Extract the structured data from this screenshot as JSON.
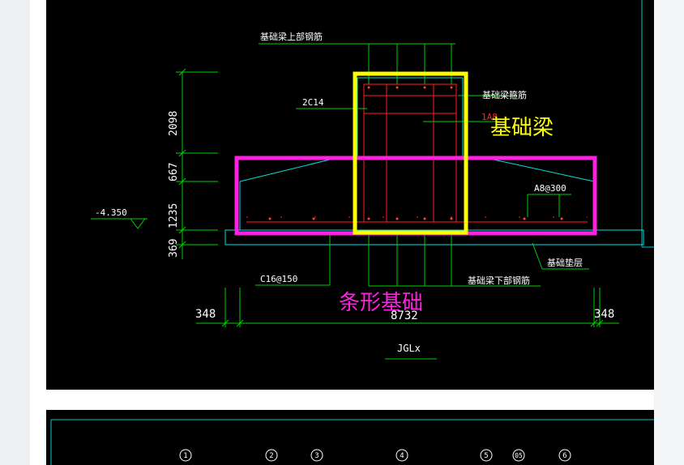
{
  "drawing_1": {
    "labels": {
      "top_rebar": "基础梁上部钢筋",
      "stirrup": "基础梁箍筋",
      "side_bars": "2C14",
      "stirrup_spec": "1A8",
      "annotation_beam": "基础梁",
      "distribution_bars": "A8@300",
      "elevation": "-4.350",
      "bottom_bars": "C16@150",
      "beam_bottom_rebar": "基础梁下部钢筋",
      "cushion": "基础垫层",
      "annotation_strip": "条形基础",
      "dim_left": "348",
      "dim_total": "8732",
      "dim_right": "348",
      "section_name": "JGLx"
    },
    "vertical_dims": [
      "2098",
      "667",
      "1235",
      "369"
    ],
    "colors": {
      "beam_highlight": "#ffff00",
      "strip_highlight": "#ff20e0",
      "dimension": "#00d000",
      "rebar": "#ff2020",
      "concrete": "#00e0e0",
      "text": "#ffffff"
    }
  },
  "drawing_2": {
    "axis_labels": [
      "1",
      "2",
      "3",
      "4",
      "5",
      "05",
      "6"
    ]
  }
}
